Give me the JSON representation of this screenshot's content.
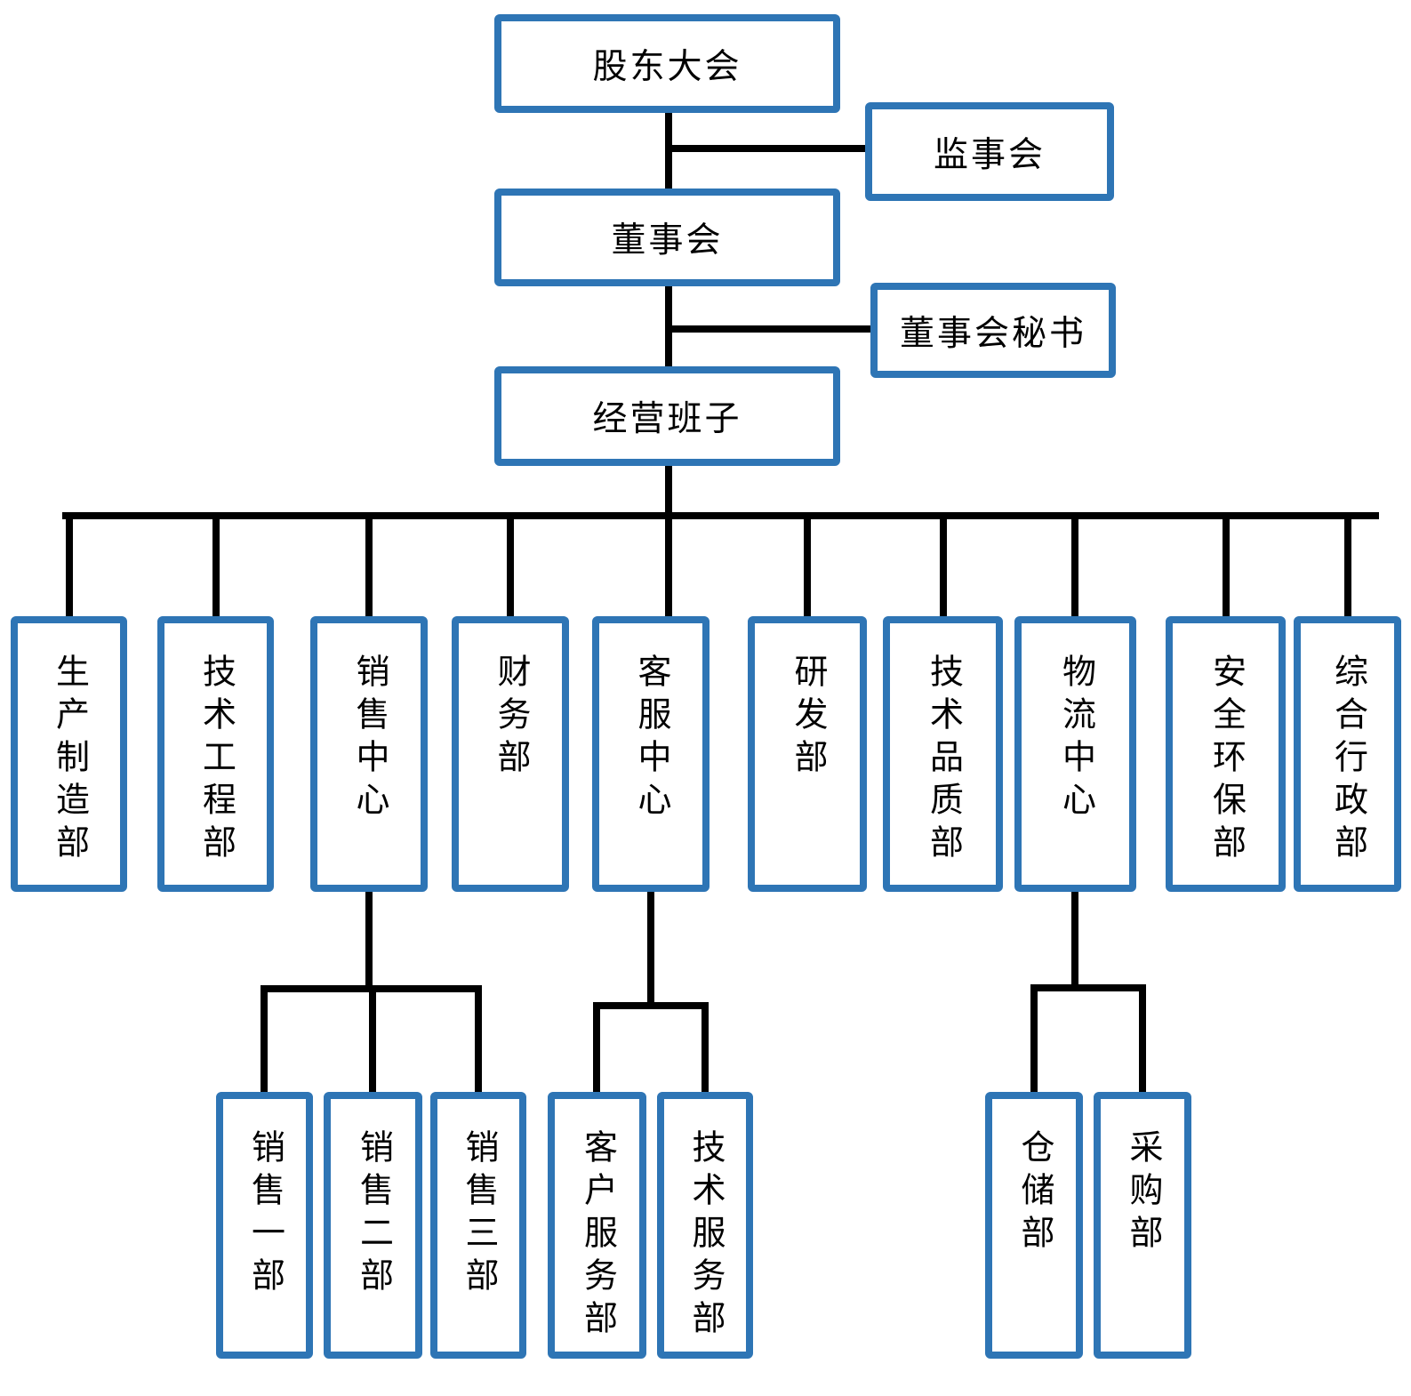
{
  "colors": {
    "box_border": "#2E75B5",
    "connector": "#000000",
    "background": "#ffffff",
    "text": "#000000"
  },
  "org_chart": {
    "shareholders_meeting": {
      "label": "股东大会"
    },
    "supervisory_board": {
      "label": "监事会"
    },
    "board_of_directors": {
      "label": "董事会"
    },
    "board_secretary": {
      "label": "董事会秘书"
    },
    "management_team": {
      "label": "经营班子"
    },
    "departments": [
      {
        "label": "生产制造部"
      },
      {
        "label": "技术工程部"
      },
      {
        "label": "销售中心"
      },
      {
        "label": "财务部"
      },
      {
        "label": "客服中心"
      },
      {
        "label": "研发部"
      },
      {
        "label": "技术品质部"
      },
      {
        "label": "物流中心"
      },
      {
        "label": "安全环保部"
      },
      {
        "label": "综合行政部"
      }
    ],
    "sales_center_sub": [
      {
        "label": "销售一部"
      },
      {
        "label": "销售二部"
      },
      {
        "label": "销售三部"
      }
    ],
    "service_center_sub": [
      {
        "label": "客户服务部"
      },
      {
        "label": "技术服务部"
      }
    ],
    "logistics_center_sub": [
      {
        "label": "仓储部"
      },
      {
        "label": "采购部"
      }
    ]
  }
}
